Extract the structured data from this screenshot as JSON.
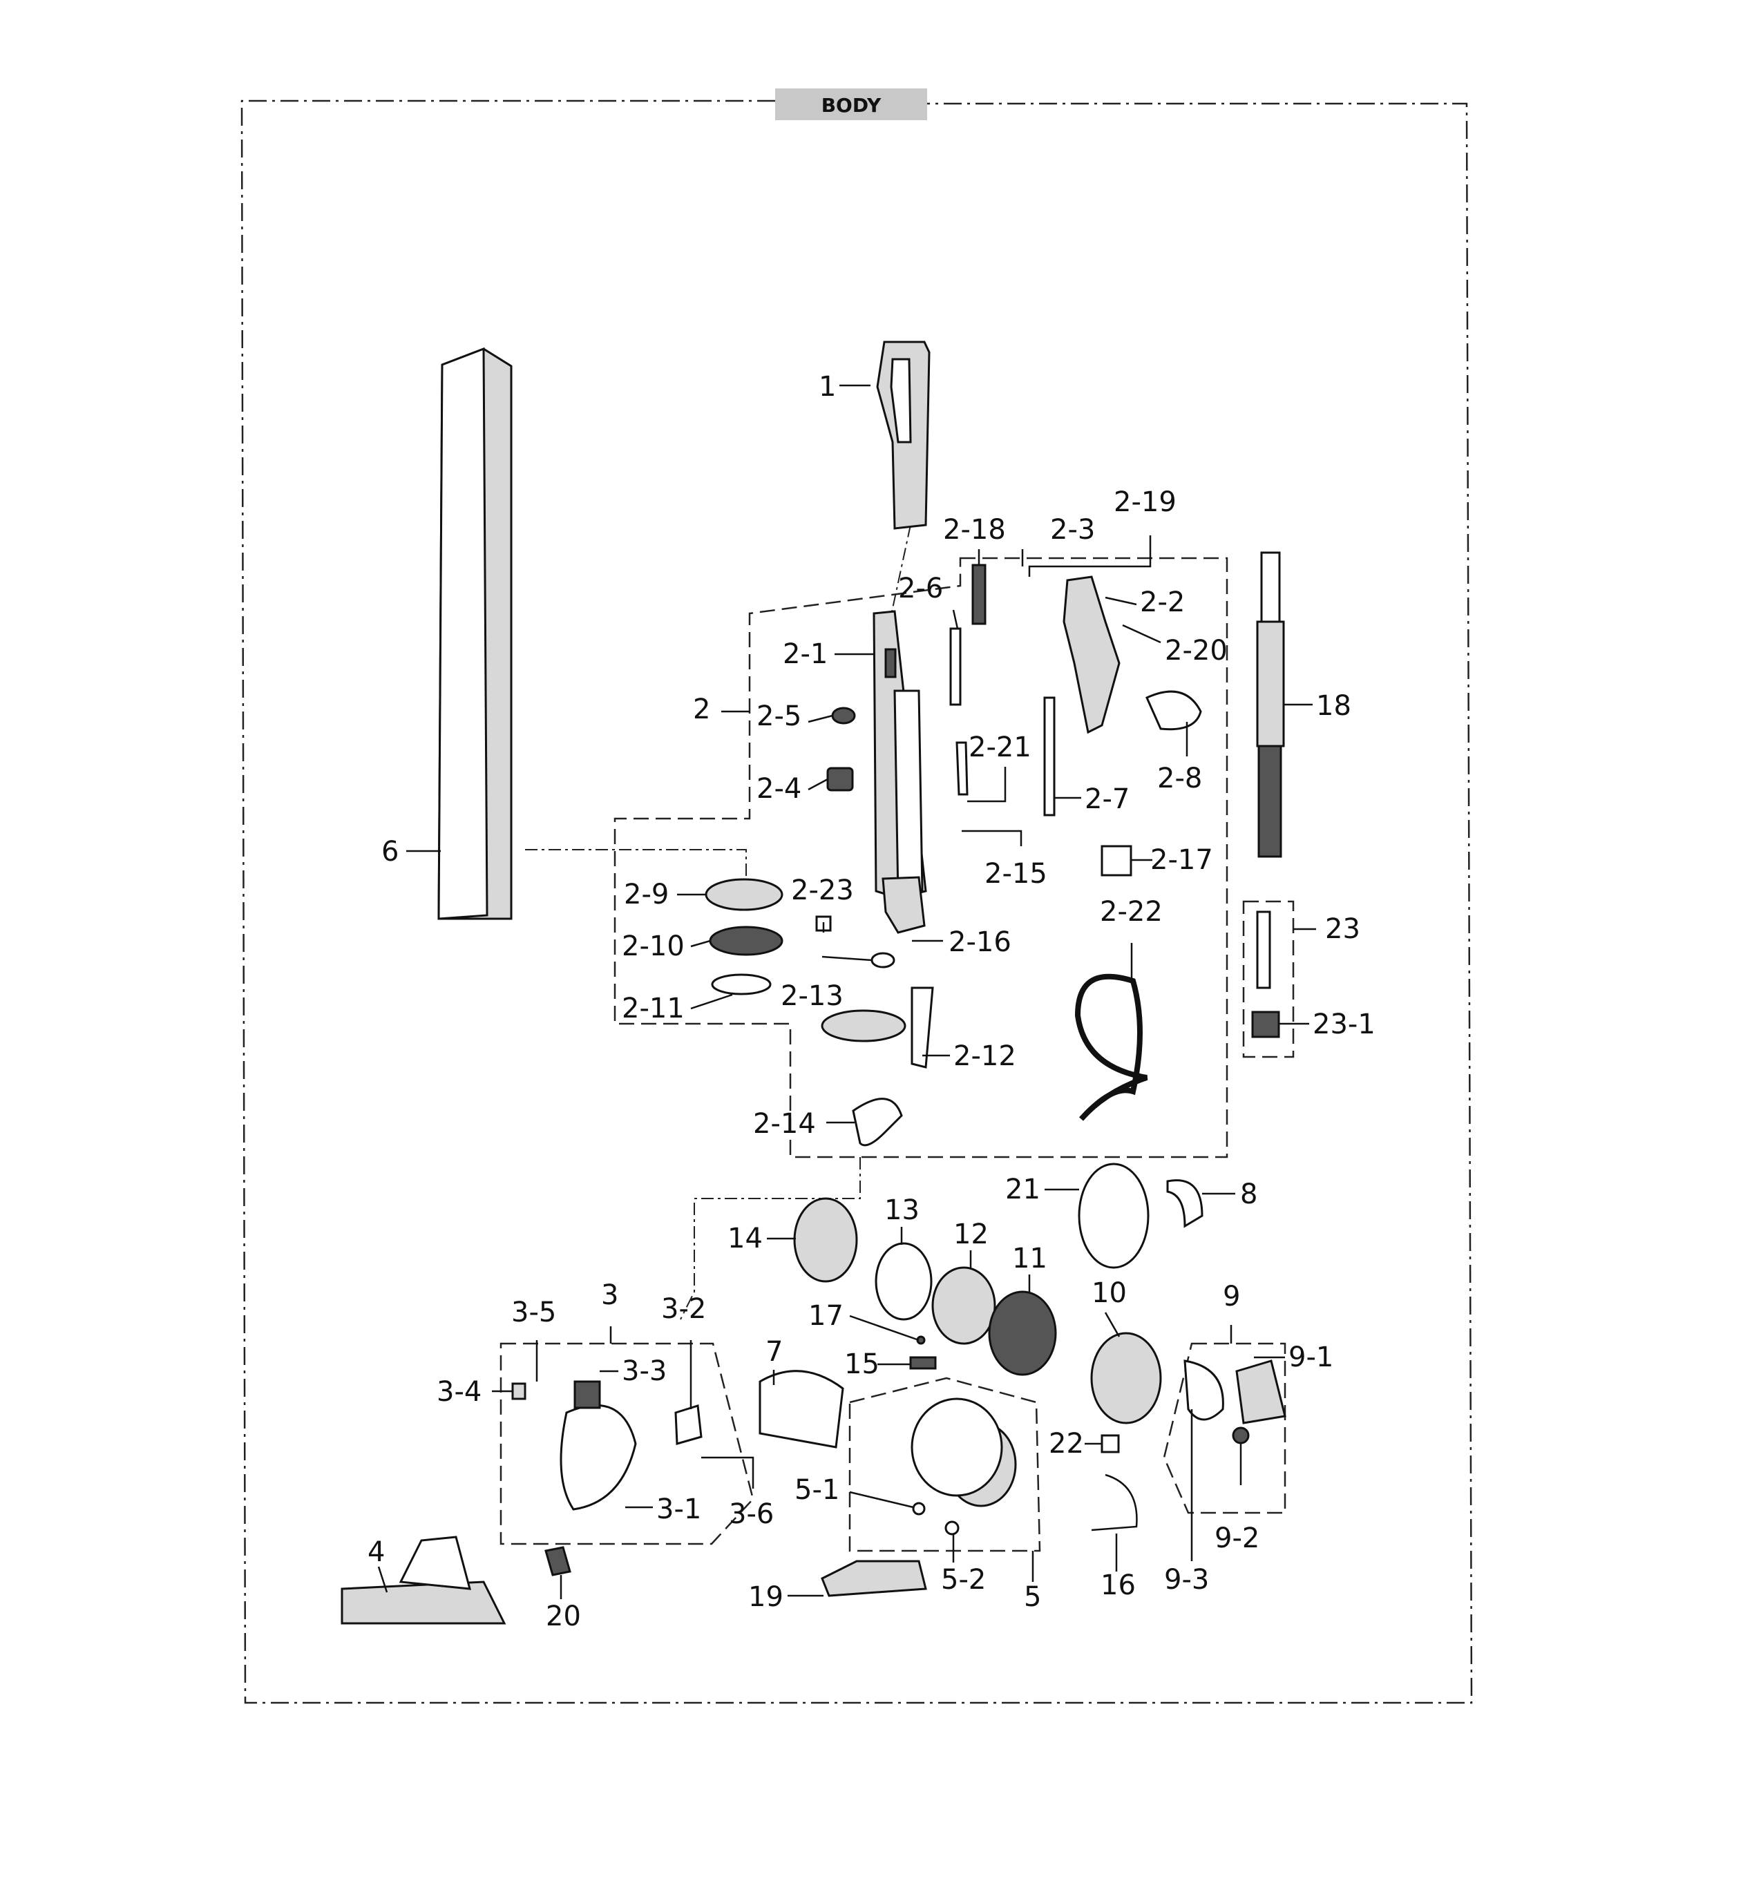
{
  "title": "BODY",
  "labels": {
    "l1": "1",
    "l2": "2",
    "l2_1": "2-1",
    "l2_2": "2-2",
    "l2_3": "2-3",
    "l2_4": "2-4",
    "l2_5": "2-5",
    "l2_6": "2-6",
    "l2_7": "2-7",
    "l2_8": "2-8",
    "l2_9": "2-9",
    "l2_10": "2-10",
    "l2_11": "2-11",
    "l2_12": "2-12",
    "l2_13": "2-13",
    "l2_14": "2-14",
    "l2_15": "2-15",
    "l2_16": "2-16",
    "l2_17": "2-17",
    "l2_18": "2-18",
    "l2_19": "2-19",
    "l2_20": "2-20",
    "l2_21": "2-21",
    "l2_22": "2-22",
    "l2_23": "2-23",
    "l3": "3",
    "l3_1": "3-1",
    "l3_2": "3-2",
    "l3_3": "3-3",
    "l3_4": "3-4",
    "l3_5": "3-5",
    "l3_6": "3-6",
    "l4": "4",
    "l5": "5",
    "l5_1": "5-1",
    "l5_2": "5-2",
    "l6": "6",
    "l7": "7",
    "l8": "8",
    "l9": "9",
    "l9_1": "9-1",
    "l9_2": "9-2",
    "l9_3": "9-3",
    "l10": "10",
    "l11": "11",
    "l12": "12",
    "l13": "13",
    "l14": "14",
    "l15": "15",
    "l16": "16",
    "l17": "17",
    "l18": "18",
    "l19": "19",
    "l20": "20",
    "l21": "21",
    "l22": "22",
    "l23": "23",
    "l23_1": "23-1"
  }
}
